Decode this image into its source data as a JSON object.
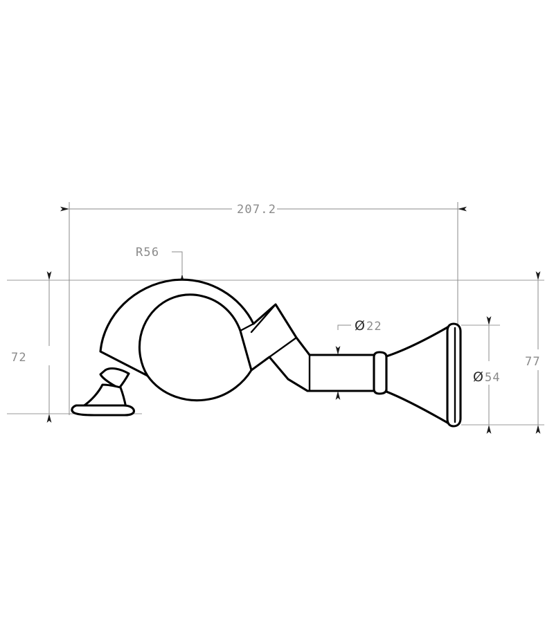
{
  "drawing": {
    "title": "Wall Mounted Bath Spout Technical Drawing",
    "subject": "curved-wall-spout",
    "projection": "side-elevation",
    "background_color": "#ffffff",
    "line_color": "#000000",
    "dimension_color": "#8a8a8a"
  },
  "dimensions": {
    "overall_length": {
      "label": "207.2",
      "orientation": "horizontal",
      "position": "top"
    },
    "left_height": {
      "label": "72",
      "orientation": "vertical",
      "position": "left"
    },
    "right_height": {
      "label": "77",
      "orientation": "vertical",
      "position": "right-outer"
    },
    "flange_diameter": {
      "symbol": "Ø",
      "value": "54",
      "label": "Ø54",
      "orientation": "vertical",
      "position": "right-inner"
    },
    "tube_diameter": {
      "symbol": "Ø",
      "value": "22",
      "label": "Ø22",
      "orientation": "vertical",
      "position": "center"
    },
    "bend_radius": {
      "label": "R56",
      "orientation": "leader",
      "position": "upper-left"
    }
  },
  "annotations": [
    {
      "name": "overall-length",
      "text": "207.2"
    },
    {
      "name": "bend-radius",
      "text": "R56"
    },
    {
      "name": "tube-diameter",
      "text": "22"
    },
    {
      "name": "flange-diameter",
      "text": "54"
    },
    {
      "name": "left-height",
      "text": "72"
    },
    {
      "name": "right-height",
      "text": "77"
    }
  ]
}
